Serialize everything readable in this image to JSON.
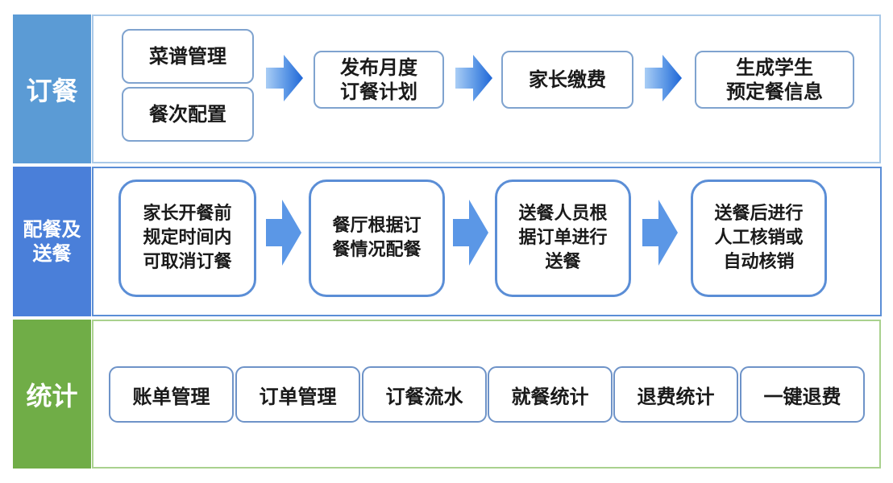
{
  "colors": {
    "order_band": "#5b9bd5",
    "delivery_band": "#4a7fd9",
    "stats_band": "#70ad47",
    "box_border": "#7fa3cf",
    "arrow_light": "#9cc4f2",
    "arrow_dark": "#1f66d6"
  },
  "order": {
    "label": "订餐",
    "menu_management": "菜谱管理",
    "meal_config": "餐次配置",
    "steps": [
      [
        "发布月度",
        "订餐计划"
      ],
      [
        "家长缴费"
      ],
      [
        "生成学生",
        "预定餐信息"
      ]
    ]
  },
  "delivery": {
    "label": [
      "配餐及",
      "送餐"
    ],
    "steps": [
      [
        "家长开餐前",
        "规定时间内",
        "可取消订餐"
      ],
      [
        "餐厅根据订",
        "餐情况配餐"
      ],
      [
        "送餐人员根",
        "据订单进行",
        "送餐"
      ],
      [
        "送餐后进行",
        "人工核销或",
        "自动核销"
      ]
    ]
  },
  "stats": {
    "label": "统计",
    "items": [
      "账单管理",
      "订单管理",
      "订餐流水",
      "就餐统计",
      "退费统计",
      "一键退费"
    ]
  }
}
